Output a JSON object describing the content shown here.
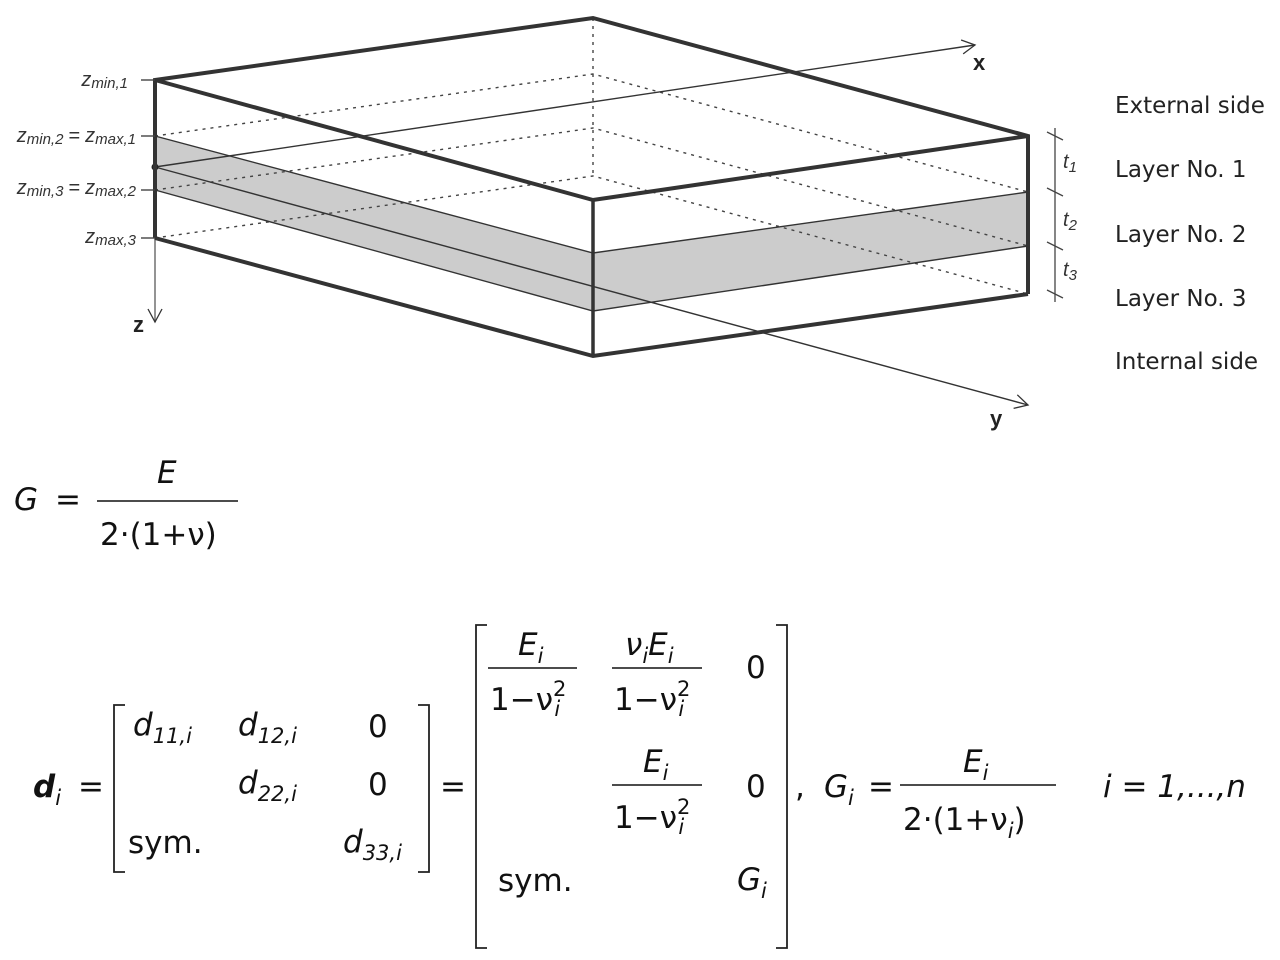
{
  "diagram": {
    "axes": {
      "x": "x",
      "y": "y",
      "z": "z"
    },
    "level_labels": [
      {
        "a": "z",
        "a_sub": "min,1"
      },
      {
        "a": "z",
        "a_sub": "min,2",
        "eq": "=",
        "b": "z",
        "b_sub": "max,1"
      },
      {
        "a": "z",
        "a_sub": "min,3",
        "eq": "=",
        "b": "z",
        "b_sub": "max,2"
      },
      {
        "a": "z",
        "a_sub": "max,3"
      }
    ],
    "thickness_labels": [
      {
        "t": "t",
        "sub": "1"
      },
      {
        "t": "t",
        "sub": "2"
      },
      {
        "t": "t",
        "sub": "3"
      }
    ],
    "side_labels": [
      "External side",
      "Layer No. 1",
      "Layer No. 2",
      "Layer No. 3",
      "Internal side"
    ],
    "colors": {
      "shaded_layer": "#cccccc",
      "lines": "#333333"
    }
  },
  "equation1": {
    "lhs": "G",
    "eq": "=",
    "num": "E",
    "den": "2·(1+ν)"
  },
  "equation2": {
    "lhs": "d",
    "lhs_sub": "i",
    "eq": "=",
    "d": {
      "d11": "d",
      "d11_sub": "11,i",
      "d12": "d",
      "d12_sub": "12,i",
      "d22": "d",
      "d22_sub": "22,i",
      "d33": "d",
      "d33_sub": "33,i",
      "zero": "0",
      "sym": "sym."
    },
    "e": {
      "E": "E",
      "i": "i",
      "nuE": "ν",
      "den": "1−ν",
      "sq": "2",
      "zero": "0",
      "sym": "sym.",
      "G": "G"
    },
    "comma": ",",
    "G": "G",
    "G_sub": "i",
    "G_num": "E",
    "G_num_sub": "i",
    "G_den": "2·(1+ν",
    "G_den_sub": "i",
    "G_den_close": ")",
    "range": "i = 1,...,n"
  }
}
